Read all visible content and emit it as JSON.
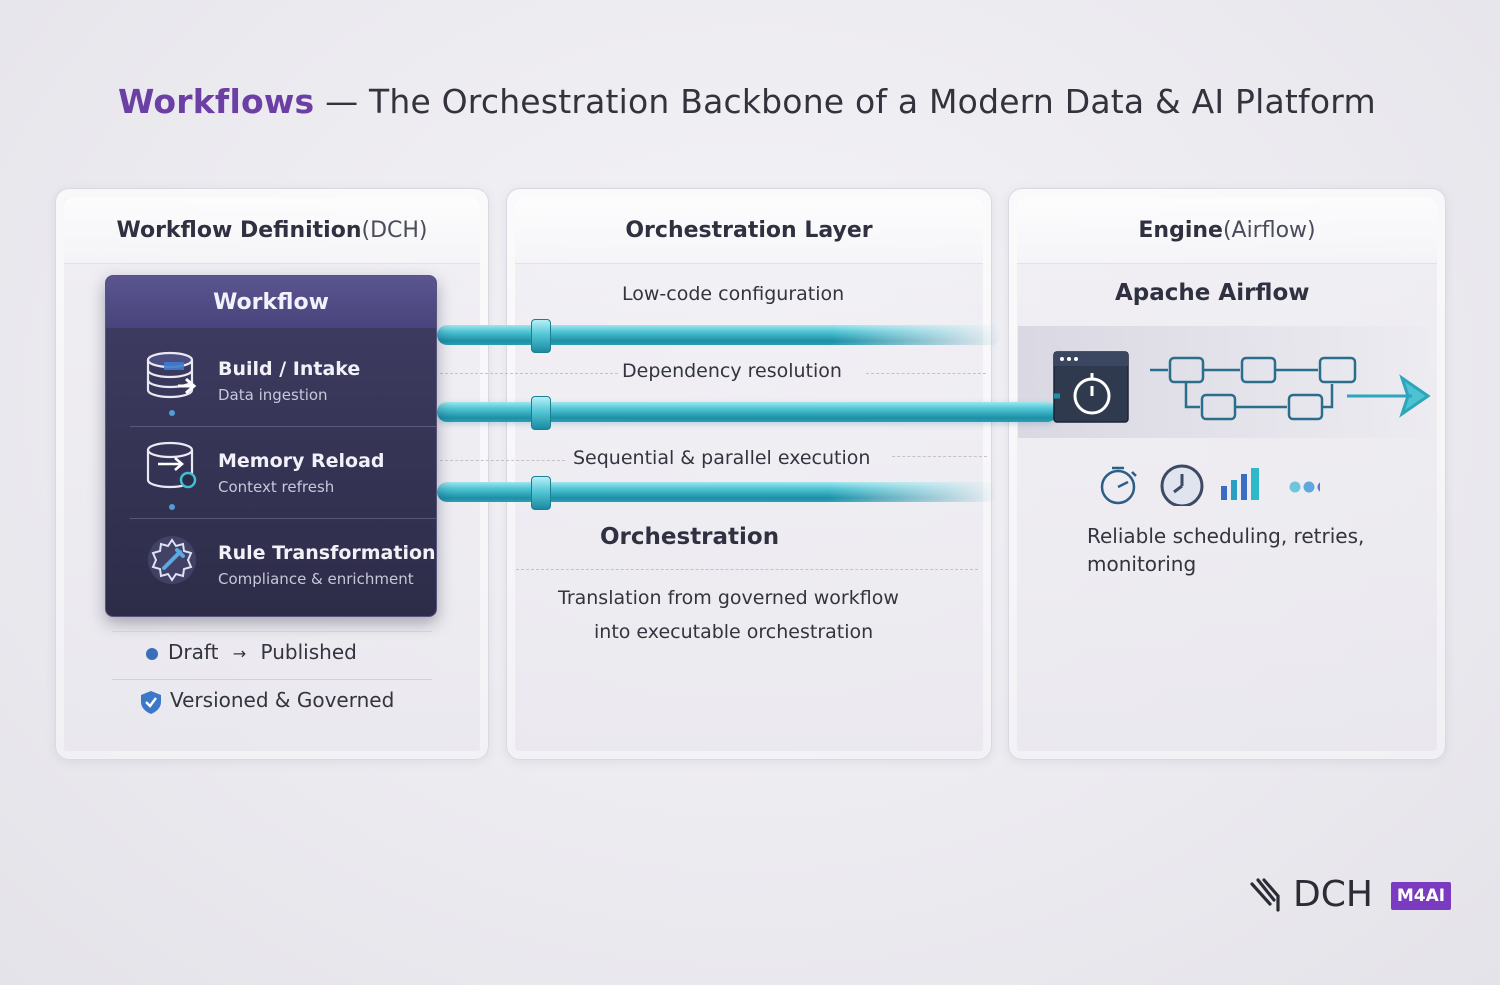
{
  "title": {
    "accent": "Workflows",
    "rest": " — The Orchestration Backbone of a Modern Data & AI Platform"
  },
  "panels": {
    "definition": {
      "title_strong": "Workflow Definition",
      "title_light": " (DCH)"
    },
    "orchestration": {
      "title_strong": "Orchestration Layer"
    },
    "engine": {
      "title_strong": "Engine",
      "title_light": " (Airflow)"
    }
  },
  "workflow_card": {
    "title": "Workflow",
    "steps": [
      {
        "name": "Build / Intake",
        "sub": "Data ingestion",
        "icon": "database-import-icon"
      },
      {
        "name": "Memory Reload",
        "sub": "Context refresh",
        "icon": "database-refresh-icon"
      },
      {
        "name": "Rule Transformation",
        "sub": "Compliance & enrichment",
        "icon": "rule-gear-icon"
      }
    ]
  },
  "definition_meta": {
    "draft": "Draft",
    "arrow": "→",
    "published": "Published",
    "governed": "Versioned & Governed"
  },
  "orchestration": {
    "items": [
      "Low-code configuration",
      "Dependency resolution",
      "Sequential & parallel execution"
    ],
    "heading": "Orchestration",
    "desc_line1": "Translation from governed workflow",
    "desc_line2": "into executable orchestration"
  },
  "engine": {
    "name": "Apache Airflow",
    "desc_line1": "Reliable scheduling, retries,",
    "desc_line2": "monitoring",
    "icons": [
      "timer-icon",
      "clock-icon",
      "bar-chart-icon",
      "more-dots-icon"
    ]
  },
  "brand": {
    "name": "DCH",
    "badge": "M4AI"
  },
  "colors": {
    "accent": "#6b3fa4",
    "tube": "#2aa7bd",
    "card": "#35344f",
    "badge": "#7a3bc0"
  }
}
